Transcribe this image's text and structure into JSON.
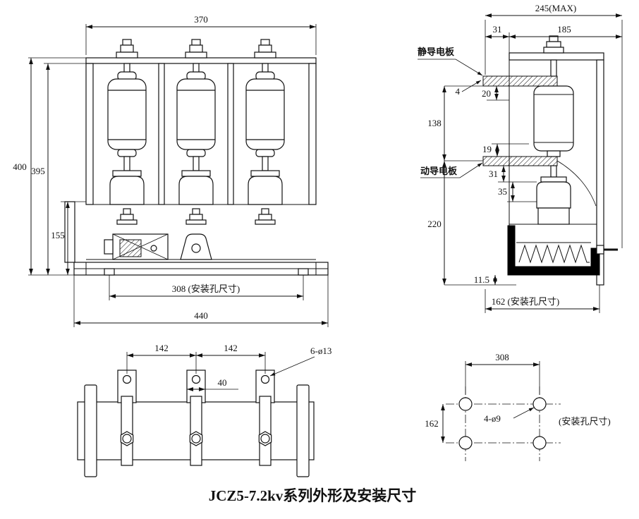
{
  "caption": "JCZ5-7.2kv系列外形及安装尺寸",
  "front": {
    "d370": "370",
    "d400": "400",
    "d395": "395",
    "d155": "155",
    "d308": "308 (安装孔尺寸)",
    "d440": "440"
  },
  "side": {
    "d245": "245(MAX)",
    "d31a": "31",
    "d185": "185",
    "d20": "20",
    "d4": "4",
    "d138": "138",
    "d19": "19",
    "d31b": "31",
    "d35": "35",
    "d220": "220",
    "d115": "11.5",
    "d162": "162 (安装孔尺寸)",
    "lbl_static": "静导电板",
    "lbl_moving": "动导电板"
  },
  "bottom": {
    "d142a": "142",
    "d142b": "142",
    "d40": "40",
    "d613": "6-ø13"
  },
  "holes": {
    "d308": "308",
    "d162": "162",
    "d49": "4-ø9",
    "note": "(安装孔尺寸)"
  }
}
